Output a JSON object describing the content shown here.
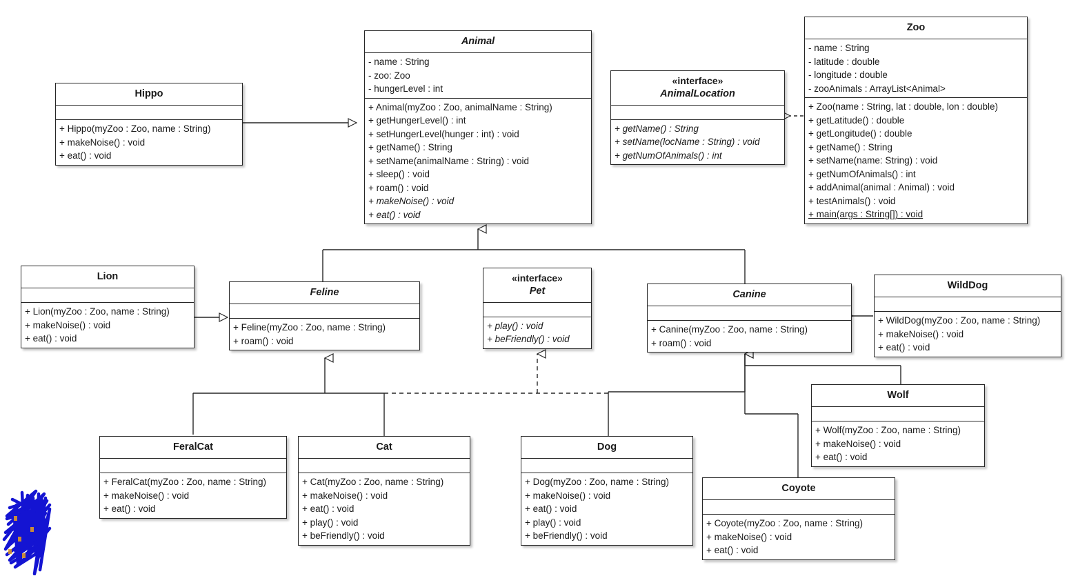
{
  "diagram": {
    "title": "Zoo Animal UML Class Diagram",
    "type": "uml-class-diagram",
    "colors": {
      "line": "#262626",
      "box_fill": "#ffffff",
      "text": "#1a1a1a",
      "annotation": "#1414d2"
    }
  },
  "classes": [
    {
      "id": "hippo",
      "name": "Hippo",
      "stereotype": "",
      "abstract": false,
      "attributes": [],
      "operations": [
        "+ Hippo(myZoo : Zoo, name : String)",
        "+ makeNoise() : void",
        "+ eat() : void"
      ]
    },
    {
      "id": "animal",
      "name": "Animal",
      "stereotype": "",
      "abstract": true,
      "attributes": [
        "- name : String",
        "- zoo: Zoo",
        "- hungerLevel : int"
      ],
      "operations": [
        "+ Animal(myZoo : Zoo, animalName : String)",
        "+ getHungerLevel() : int",
        "+ setHungerLevel(hunger : int) : void",
        "+ getName() : String",
        "+ setName(animalName : String) : void",
        "+ sleep() : void",
        "+ roam() : void",
        "+ makeNoise() : void",
        "+ eat() : void"
      ],
      "italic_operations": [
        7,
        8
      ]
    },
    {
      "id": "animallocation",
      "name": "AnimalLocation",
      "stereotype": "«interface»",
      "abstract": true,
      "attributes": [],
      "operations": [
        "+ getName() : String",
        "+ setName(locName : String) : void",
        "+ getNumOfAnimals() : int"
      ],
      "italic_operations": [
        0,
        1,
        2
      ]
    },
    {
      "id": "zoo",
      "name": "Zoo",
      "stereotype": "",
      "abstract": false,
      "attributes": [
        "- name : String",
        "- latitude : double",
        "- longitude : double",
        "- zooAnimals : ArrayList<Animal>"
      ],
      "operations": [
        "+ Zoo(name : String, lat : double, lon : double)",
        "+ getLatitude() : double",
        "+ getLongitude() : double",
        "+ getName() : String",
        "+ setName(name: String) : void",
        "+ getNumOfAnimals() : int",
        "+ addAnimal(animal : Animal) : void",
        "+ testAnimals() : void",
        "+ main(args : String[]) : void"
      ],
      "underlined_operations": [
        8
      ]
    },
    {
      "id": "lion",
      "name": "Lion",
      "stereotype": "",
      "abstract": false,
      "attributes": [],
      "operations": [
        "+ Lion(myZoo : Zoo, name : String)",
        "+ makeNoise() : void",
        "+ eat() : void"
      ]
    },
    {
      "id": "feline",
      "name": "Feline",
      "stereotype": "",
      "abstract": true,
      "attributes": [],
      "operations": [
        "+ Feline(myZoo : Zoo, name : String)",
        "+ roam() : void"
      ]
    },
    {
      "id": "pet",
      "name": "Pet",
      "stereotype": "«interface»",
      "abstract": true,
      "attributes": [],
      "operations": [
        "+ play() : void",
        "+ beFriendly() : void"
      ],
      "italic_operations": [
        0,
        1
      ]
    },
    {
      "id": "canine",
      "name": "Canine",
      "stereotype": "",
      "abstract": true,
      "attributes": [],
      "operations": [
        "+ Canine(myZoo : Zoo, name : String)",
        "+ roam() : void"
      ]
    },
    {
      "id": "wilddog",
      "name": "WildDog",
      "stereotype": "",
      "abstract": false,
      "attributes": [],
      "operations": [
        "+ WildDog(myZoo : Zoo, name : String)",
        "+ makeNoise() : void",
        "+ eat() : void"
      ]
    },
    {
      "id": "wolf",
      "name": "Wolf",
      "stereotype": "",
      "abstract": false,
      "attributes": [],
      "operations": [
        "+ Wolf(myZoo : Zoo, name : String)",
        "+ makeNoise() : void",
        "+ eat() : void"
      ]
    },
    {
      "id": "feralcat",
      "name": "FeralCat",
      "stereotype": "",
      "abstract": false,
      "attributes": [],
      "operations": [
        "+ FeralCat(myZoo : Zoo, name : String)",
        "+ makeNoise() : void",
        "+ eat() : void"
      ]
    },
    {
      "id": "cat",
      "name": "Cat",
      "stereotype": "",
      "abstract": false,
      "attributes": [],
      "operations": [
        "+ Cat(myZoo : Zoo, name : String)",
        "+ makeNoise() : void",
        "+ eat() : void",
        "+ play() : void",
        "+ beFriendly() : void"
      ]
    },
    {
      "id": "dog",
      "name": "Dog",
      "stereotype": "",
      "abstract": false,
      "attributes": [],
      "operations": [
        "+ Dog(myZoo : Zoo, name : String)",
        "+ makeNoise() : void",
        "+ eat() : void",
        "+ play() : void",
        "+ beFriendly() : void"
      ]
    },
    {
      "id": "coyote",
      "name": "Coyote",
      "stereotype": "",
      "abstract": false,
      "attributes": [],
      "operations": [
        "+ Coyote(myZoo : Zoo, name : String)",
        "+ makeNoise() : void",
        "+ eat() : void"
      ]
    }
  ],
  "relationships": [
    {
      "from": "Hippo",
      "to": "Animal",
      "type": "generalization"
    },
    {
      "from": "Lion",
      "to": "Feline",
      "type": "generalization"
    },
    {
      "from": "Feline",
      "to": "Animal",
      "type": "generalization"
    },
    {
      "from": "Canine",
      "to": "Animal",
      "type": "generalization"
    },
    {
      "from": "FeralCat",
      "to": "Feline",
      "type": "generalization"
    },
    {
      "from": "Cat",
      "to": "Feline",
      "type": "generalization"
    },
    {
      "from": "Dog",
      "to": "Canine",
      "type": "generalization"
    },
    {
      "from": "Wolf",
      "to": "Canine",
      "type": "generalization"
    },
    {
      "from": "Coyote",
      "to": "Canine",
      "type": "generalization"
    },
    {
      "from": "WildDog",
      "to": "Canine",
      "type": "generalization"
    },
    {
      "from": "Cat",
      "to": "Pet",
      "type": "realization"
    },
    {
      "from": "Dog",
      "to": "Pet",
      "type": "realization"
    },
    {
      "from": "Zoo",
      "to": "AnimalLocation",
      "type": "realization"
    }
  ],
  "annotations": [
    {
      "name": "blue-scribble",
      "kind": "freehand-ink",
      "color": "#1414d2"
    }
  ]
}
